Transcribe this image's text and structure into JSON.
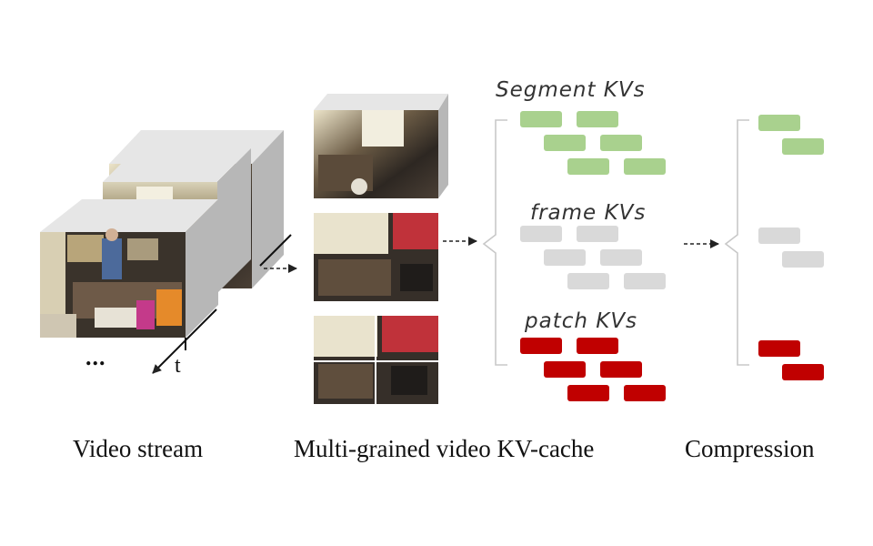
{
  "captions": {
    "video_stream": "Video stream",
    "kv_cache": "Multi-grained video KV-cache",
    "compression": "Compression"
  },
  "groups": {
    "segment": "Segment KVs",
    "frame": "frame KVs",
    "patch": "patch KVs"
  },
  "axis": {
    "time": "t",
    "ellipsis": "..."
  },
  "colors": {
    "segment": "#a9d18e",
    "frame": "#d9d9d9",
    "patch": "#c00000",
    "cube_top": "#e6e6e6",
    "cube_side": "#b7b7b7",
    "bracket": "#c8c8c8"
  }
}
